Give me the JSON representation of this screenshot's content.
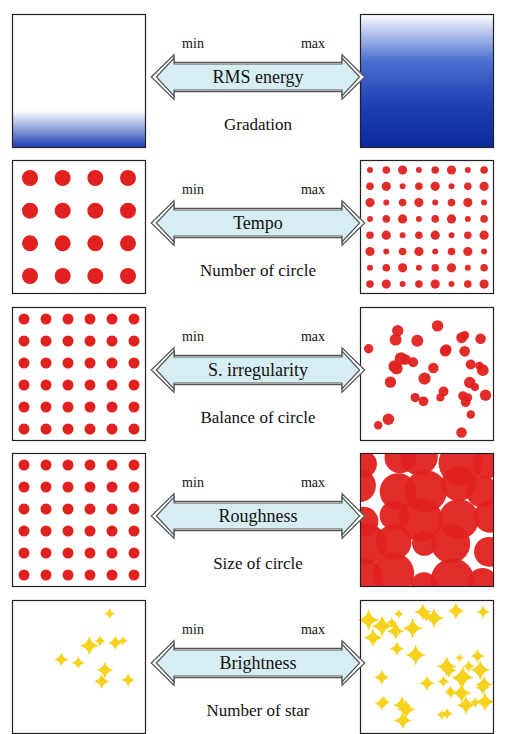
{
  "diagram": {
    "nodes": [
      {
        "text": [
          "RMS energy"
        ]
      },
      {
        "text": [
          "Tempo"
        ]
      },
      {
        "text": [
          "S. irregularity"
        ]
      },
      {
        "text": [
          "Roughness"
        ]
      },
      {
        "text": [
          "Brightness"
        ]
      }
    ],
    "labels": [
      "min",
      "max",
      "Gradation",
      "min",
      "max",
      "Number of circle",
      "min",
      "max",
      "Balance of circle",
      "min",
      "max",
      "Size of circle",
      "min",
      "max",
      "Number of star"
    ]
  }
}
